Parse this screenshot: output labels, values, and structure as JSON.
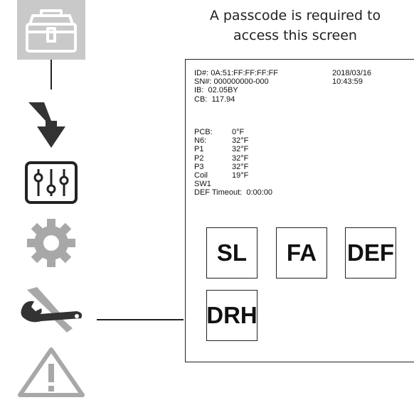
{
  "caption": "A passcode is required to access this screen",
  "screen": {
    "id_line": "ID#: 0A:51:FF:FF:FF:FF",
    "sn_line": "SN#: 000000000-000",
    "ib_line": "IB:  02.05BY",
    "cb_line": "CB:  117.94",
    "date": "2018/03/16",
    "time": "10:43:59",
    "readings": [
      {
        "label": "PCB:",
        "value": "0°F"
      },
      {
        "label": "N6:",
        "value": "32°F"
      },
      {
        "label": "P1",
        "value": "32°F"
      },
      {
        "label": "P2",
        "value": "32°F"
      },
      {
        "label": "P3",
        "value": "32°F"
      },
      {
        "label": "Coil",
        "value": "19°F"
      },
      {
        "label": "SW1",
        "value": ""
      }
    ],
    "def_timeout": "DEF Timeout:  0:00:00",
    "buttons": [
      "SL",
      "FA",
      "DEF",
      "DRH"
    ]
  },
  "icons": [
    "toolbox-icon",
    "service-arrow-icon",
    "sliders-icon",
    "gear-icon",
    "wrench-screwdriver-icon",
    "warning-icon"
  ],
  "colors": {
    "tile": "#c9c9c9",
    "gray_icon": "#a8a8a8",
    "dark_icon": "#333333"
  }
}
